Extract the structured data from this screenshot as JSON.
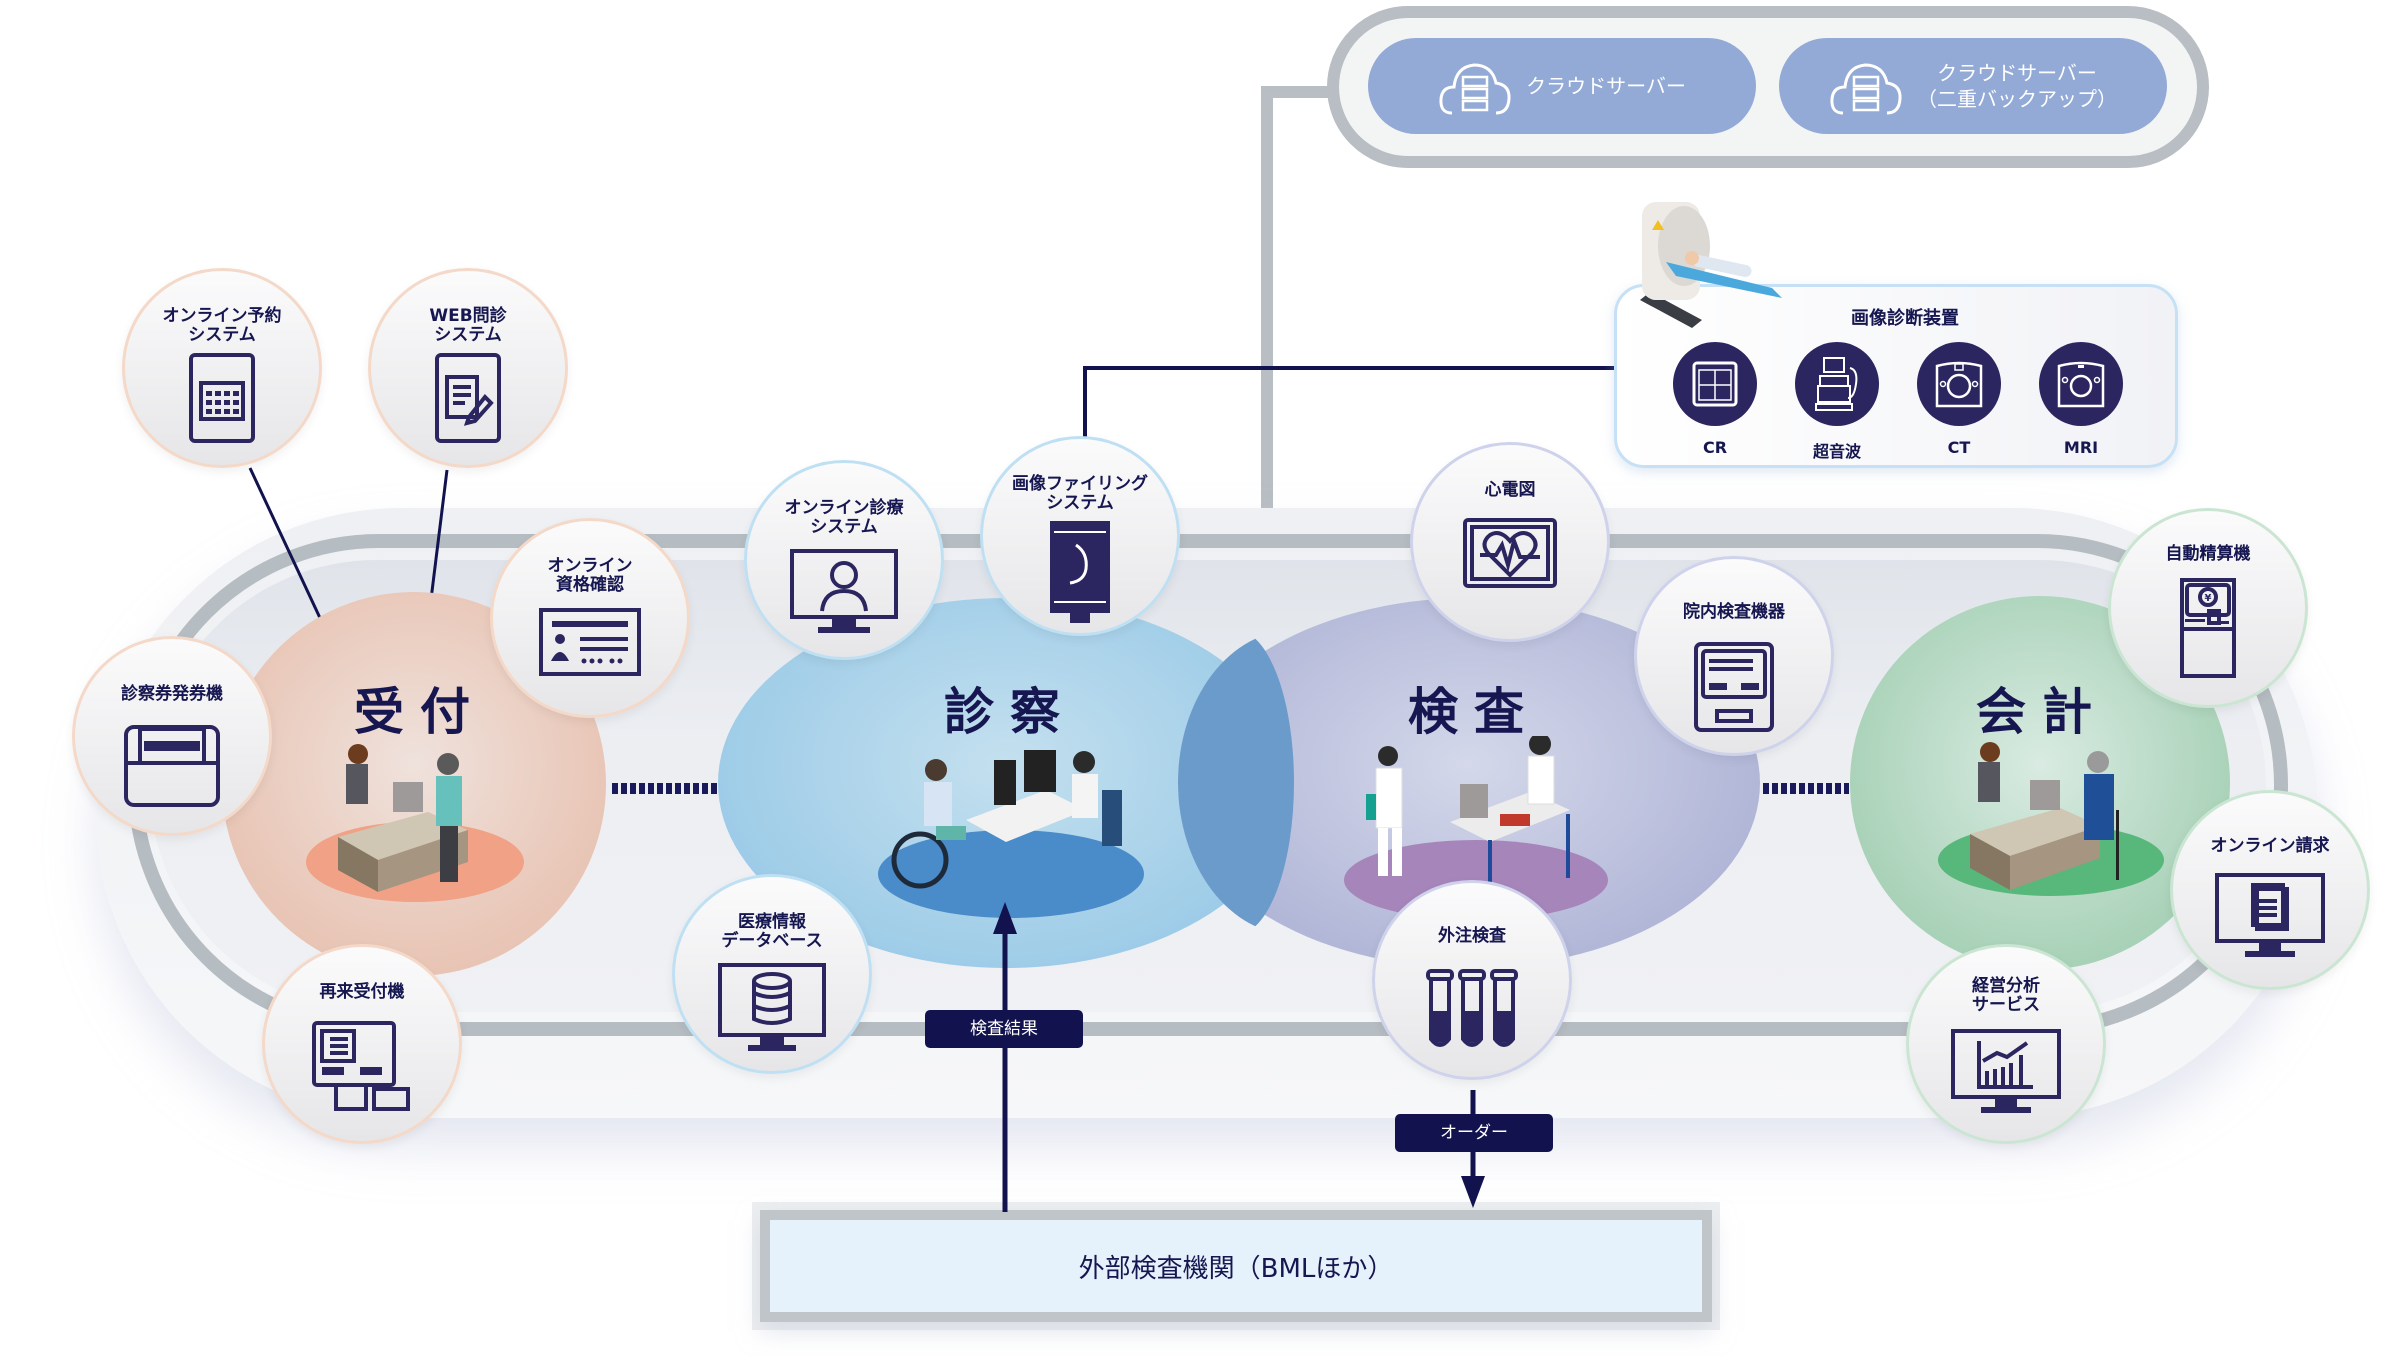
{
  "cloud": {
    "servers": [
      {
        "label": "クラウドサーバー",
        "icon": "cloud-server-icon"
      },
      {
        "label": "クラウドサーバー\n（二重バックアップ）",
        "icon": "cloud-server-icon"
      }
    ]
  },
  "imaging": {
    "title": "画像診断装置",
    "modalities": [
      {
        "label": "CR",
        "icon": "x-ray-panel-icon"
      },
      {
        "label": "超音波",
        "icon": "ultrasound-icon"
      },
      {
        "label": "CT",
        "icon": "ct-scanner-icon"
      },
      {
        "label": "MRI",
        "icon": "mri-scanner-icon"
      }
    ]
  },
  "stages": {
    "uketsuke": {
      "title": "受付"
    },
    "shinsatsu": {
      "title": "診察"
    },
    "kensa": {
      "title": "検査"
    },
    "kaikei": {
      "title": "会計"
    }
  },
  "satellites": {
    "online_reservation": "オンライン予約\nシステム",
    "web_questionnaire": "WEB問診\nシステム",
    "online_eligibility": "オンライン\n資格確認",
    "card_issuer": "診察券発券機",
    "revisit_kiosk": "再来受付機",
    "online_consultation": "オンライン診療\nシステム",
    "image_filing": "画像ファイリング\nシステム",
    "medical_database": "医療情報\nデータベース",
    "ecg": "心電図",
    "lab_equipment": "院内検査機器",
    "outsourced_test": "外注検査",
    "auto_payment": "自動精算機",
    "online_billing": "オンライン請求",
    "management_analysis": "経営分析\nサービス"
  },
  "flows": {
    "results_tag": "検査結果",
    "order_tag": "オーダー",
    "external_lab": "外部検査機関（BMLほか）"
  },
  "colors": {
    "navy": "#161650",
    "icon_navy": "#2c2660",
    "uketsuke": "#e9c7b8",
    "shinsatsu": "#9ccbe7",
    "kensa": "#b2b7d8",
    "kaikei": "#a9d2b8",
    "cloud_pill": "#93aad6"
  }
}
